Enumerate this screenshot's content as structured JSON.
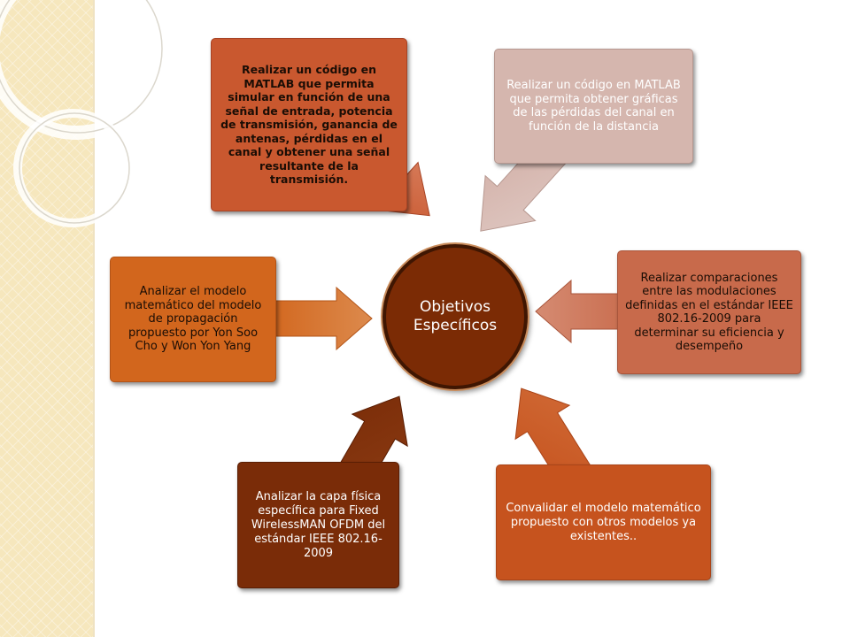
{
  "center": {
    "line1": "Objetivos",
    "line2": "Específicos"
  },
  "objectives": {
    "top_left": "Realizar un código en MATLAB que permita simular en función de una señal de entrada, potencia de transmisión, ganancia de antenas, pérdidas en el canal y obtener una señal resultante de la transmisión.",
    "top_right": "Realizar un código en MATLAB que permita obtener gráficas  de las pérdidas del canal en función de la distancia",
    "right": "Realizar comparaciones entre las modulaciones definidas en el estándar IEEE 802.16-2009  para determinar su eficiencia y desempeño",
    "bottom_right": "Convalidar el modelo matemático propuesto con otros modelos ya existentes..",
    "bottom_left": "Analizar la capa física específica para Fixed WirelessMAN OFDM del estándar IEEE 802.16-2009",
    "left": "Analizar el modelo matemático del modelo de propagación propuesto por Yon Soo Cho y Won Yon Yang"
  },
  "colors": {
    "center_fill": "#7b2b05",
    "top_left": "#c9582f",
    "top_right": "#d5b6ae",
    "right": "#c86a4b",
    "bottom_right": "#c6531e",
    "bottom_left": "#7a2c08",
    "left": "#d2661d"
  }
}
